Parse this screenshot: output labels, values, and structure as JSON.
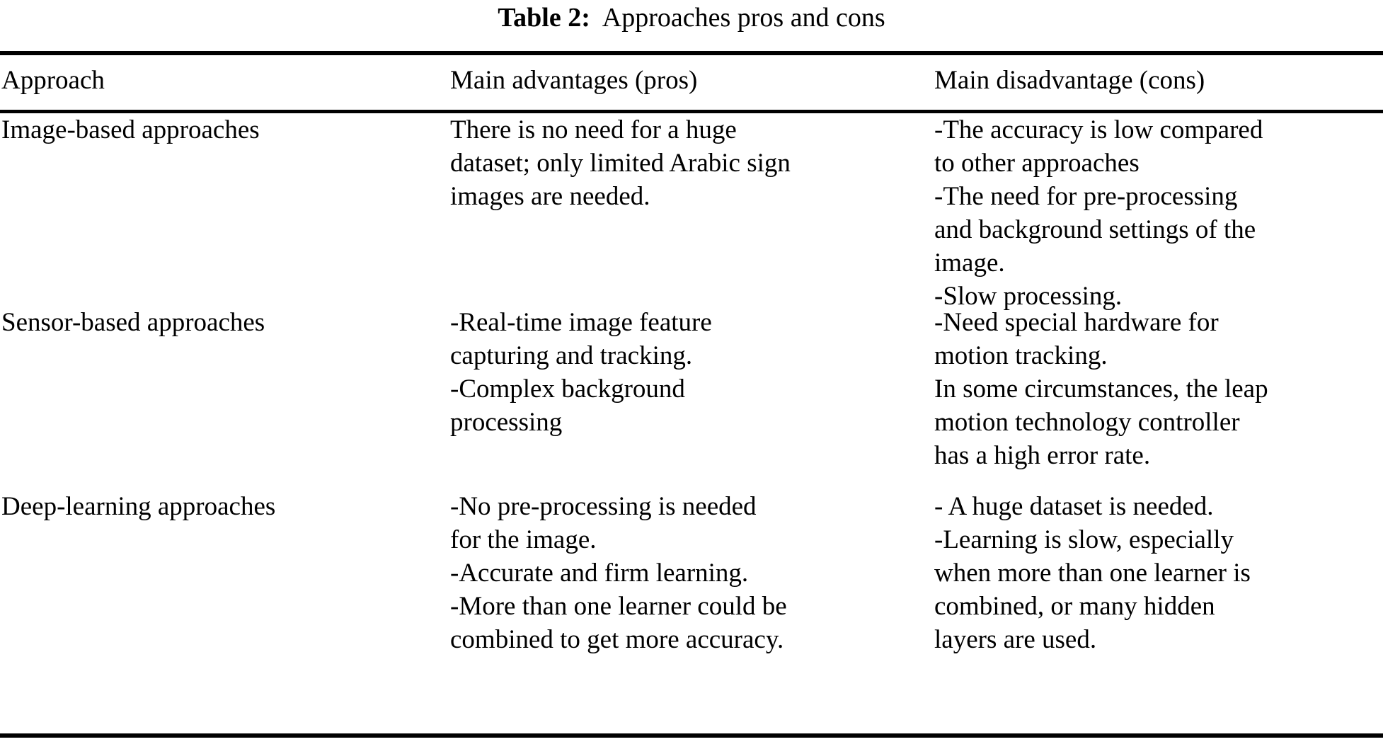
{
  "caption": {
    "label": "Table 2:",
    "text": "Approaches pros and cons"
  },
  "table": {
    "columns": [
      "Approach",
      "Main advantages (pros)",
      "Main disadvantage (cons)"
    ],
    "rows": [
      {
        "approach": "Image-based approaches",
        "pros": "There is no need for a huge\ndataset; only limited Arabic sign\nimages are needed.",
        "cons": "-The accuracy is low compared\nto other approaches\n-The need for pre-processing\nand background settings of the\nimage.\n-Slow processing."
      },
      {
        "approach": "Sensor-based approaches",
        "pros": "-Real-time image feature\ncapturing and tracking.\n-Complex background\nprocessing",
        "cons": "-Need special hardware for\nmotion tracking.\nIn some circumstances, the leap\nmotion technology controller\nhas a high error rate."
      },
      {
        "approach": "Deep-learning approaches",
        "pros": "-No pre-processing is needed\nfor the image.\n-Accurate and firm learning.\n-More than one learner could be\ncombined to get more accuracy.",
        "cons": "- A huge dataset is needed.\n-Learning is slow, especially\nwhen more than one learner is\ncombined, or many hidden\nlayers are used."
      }
    ]
  }
}
